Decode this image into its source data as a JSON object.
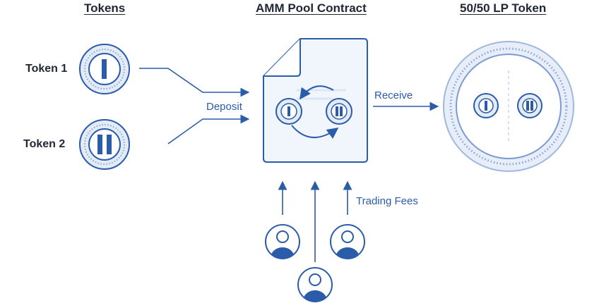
{
  "headings": {
    "tokens": "Tokens",
    "pool": "AMM Pool Contract",
    "lp": "50/50 LP Token"
  },
  "tokens": [
    {
      "label": "Token 1",
      "symbol": "I"
    },
    {
      "label": "Token 2",
      "symbol": "II"
    }
  ],
  "flows": {
    "deposit": "Deposit",
    "receive": "Receive",
    "trading_fees": "Trading Fees"
  },
  "colors": {
    "accent": "#2a5caa",
    "coin_ring": "#dbe6f5",
    "panel_fill": "#eef3fb",
    "text": "#1f2733"
  }
}
